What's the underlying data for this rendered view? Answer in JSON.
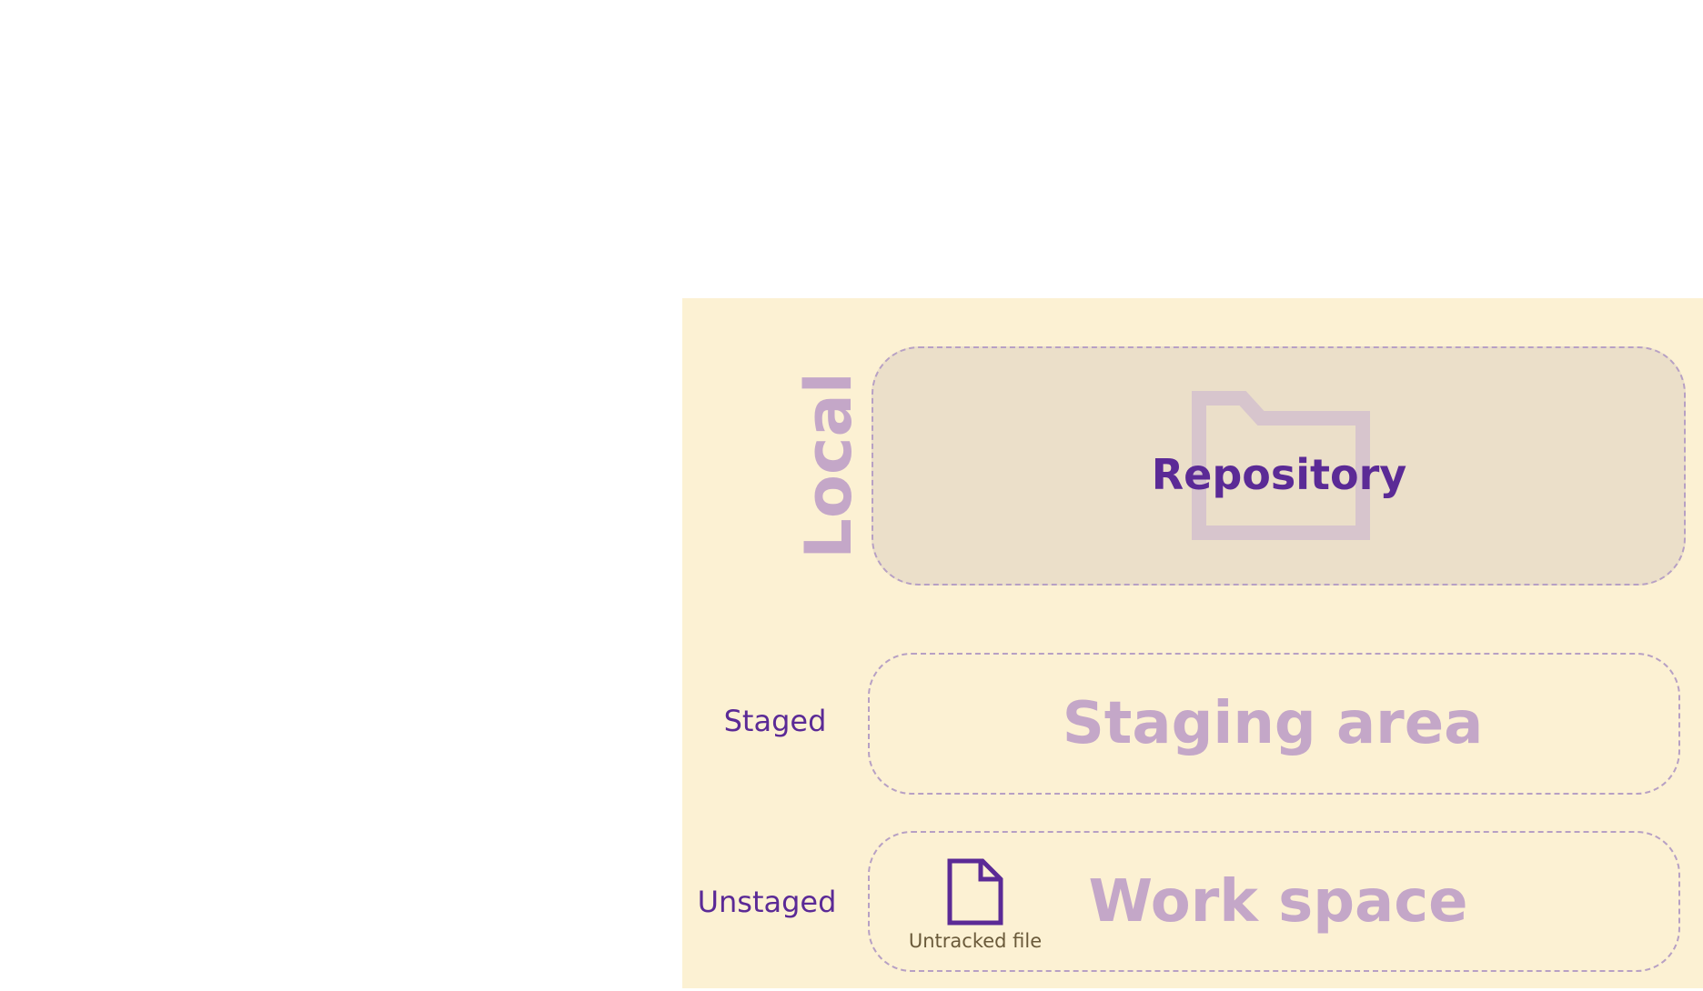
{
  "colors": {
    "panel_bg": "#fcf1d3",
    "repo_box_bg": "#ebdfc9",
    "box_border": "#b7a0c4",
    "faded_label": "#c4a7c8",
    "accent_purple": "#5b2a96",
    "muted_text": "#6a5a3a",
    "folder_stroke": "#d7c5cd"
  },
  "labels": {
    "local": "Local",
    "staged": "Staged",
    "unstaged": "Unstaged"
  },
  "boxes": {
    "repository": {
      "title": "Repository",
      "icon": "folder-icon"
    },
    "staging": {
      "title": "Staging area"
    },
    "workspace": {
      "title": "Work space"
    }
  },
  "file": {
    "icon": "file-icon",
    "caption": "Untracked file"
  }
}
